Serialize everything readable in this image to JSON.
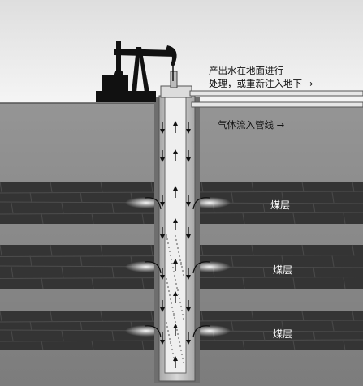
{
  "annotations": {
    "water_note_line1": "产出水在地面进行",
    "water_note_line2": "处理，或重新注入地下",
    "water_arrow": "→",
    "gas_note": "气体流入管线",
    "gas_arrow": "→"
  },
  "coal_seams": [
    {
      "label": "煤层"
    },
    {
      "label": "煤层"
    },
    {
      "label": "煤层"
    }
  ],
  "icons": {
    "pump": "pumpjack-icon",
    "flow": "arrow-icon"
  },
  "colors": {
    "sky_top": "#e2e2e2",
    "sky_bottom": "#f4f4f4",
    "ground": "#8a8a8a",
    "coal": "#343434",
    "casing": "#cfcfcf",
    "tubing": "#efefef",
    "pump": "#111111"
  }
}
